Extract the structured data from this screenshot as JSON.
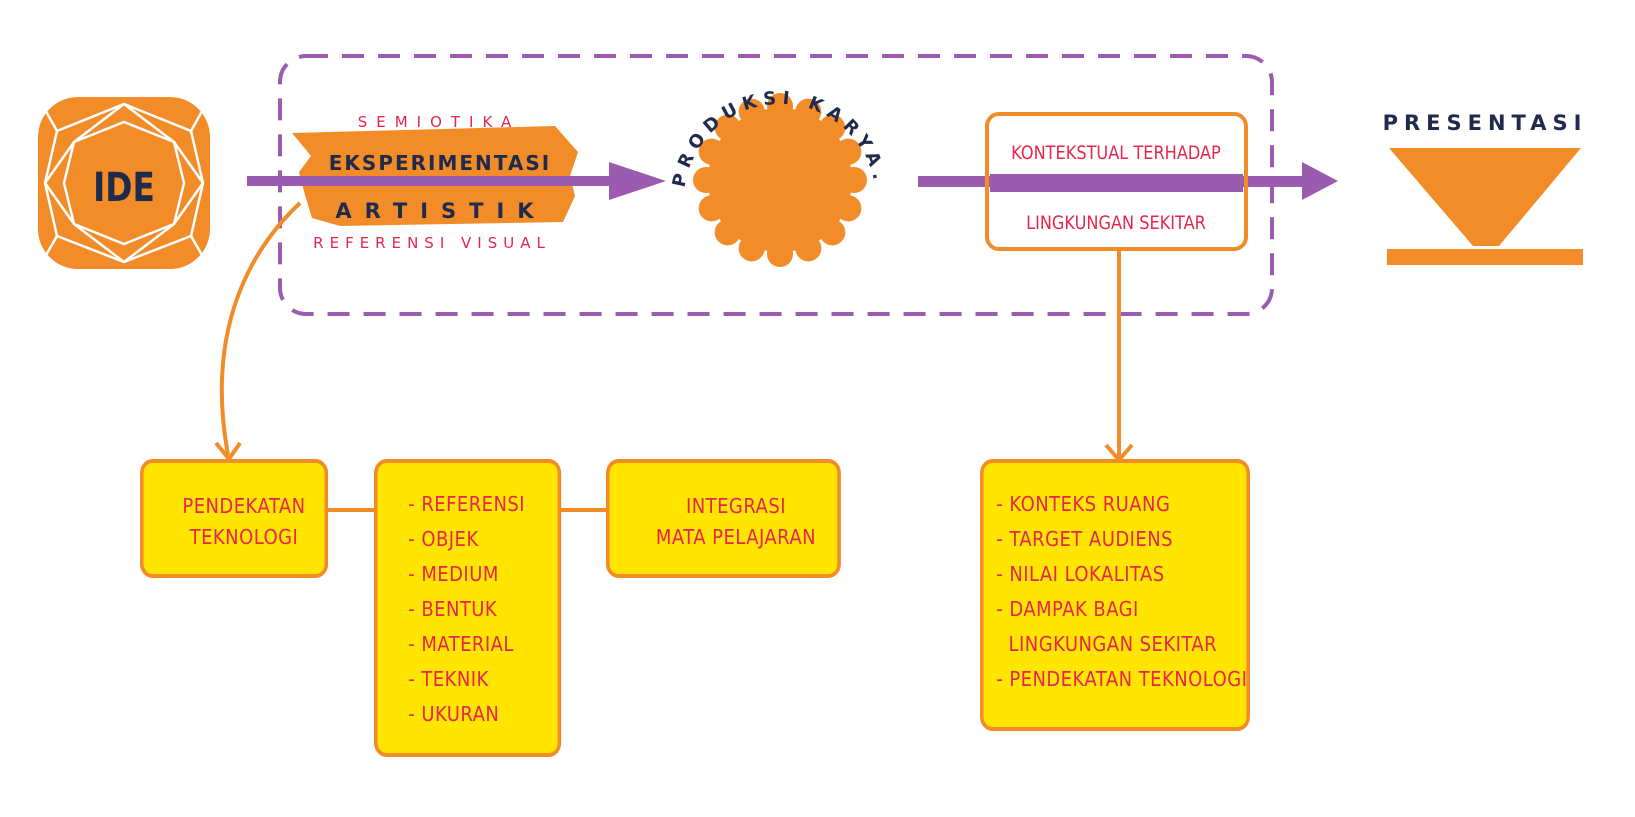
{
  "ide": {
    "label": "IDE"
  },
  "stage1": {
    "top_label": "SEMIOTIKA",
    "line1": "EKSPERIMENTASI",
    "line2": "ARTISTIK",
    "bottom_label": "REFERENSI VISUAL"
  },
  "produksi": {
    "text": "PRODUKSI KARYA."
  },
  "kontekstual": {
    "line1": "KONTEKSTUAL TERHADAP",
    "line2": "LINGKUNGAN SEKITAR"
  },
  "presentasi": {
    "label": "PRESENTASI"
  },
  "boxes": {
    "pendekatan": {
      "line1": "PENDEKATAN",
      "line2": "TEKNOLOGI"
    },
    "referensi": {
      "items": [
        "REFERENSI",
        "OBJEK",
        "MEDIUM",
        "BENTUK",
        "MATERIAL",
        "TEKNIK",
        "UKURAN"
      ]
    },
    "integrasi": {
      "line1": "INTEGRASI",
      "line2": "MATA PELAJARAN"
    },
    "konteks": {
      "items": [
        "KONTEKS RUANG",
        "TARGET AUDIENS",
        "NILAI LOKALITAS",
        "DAMPAK BAGI",
        "LINGKUNGAN SEKITAR",
        "PENDEKATAN TEKNOLOGI"
      ]
    }
  },
  "colors": {
    "orange": "#F28C28",
    "purple": "#9B5BAE",
    "yellow": "#FFE500",
    "pink": "#E8254E",
    "navy": "#1F2A4D"
  }
}
